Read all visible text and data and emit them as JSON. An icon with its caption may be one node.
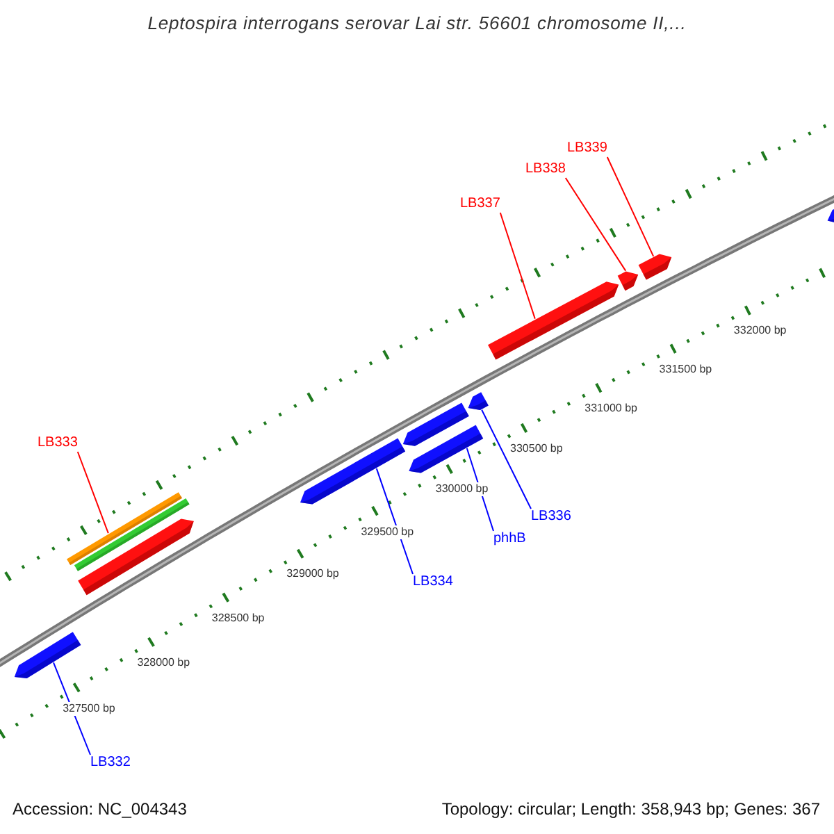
{
  "diagram": {
    "title": "Leptospira interrogans serovar Lai str. 56601 chromosome II,...",
    "nodes": [
      {
        "text": [
          "LB339"
        ]
      },
      {
        "text": [
          "LB338"
        ]
      },
      {
        "text": [
          "LB337"
        ]
      },
      {
        "text": [
          "LB333"
        ]
      },
      {
        "text": [
          "LB336"
        ]
      },
      {
        "text": [
          "phhB"
        ]
      },
      {
        "text": [
          "LB334"
        ]
      },
      {
        "text": [
          "LB332"
        ]
      },
      {
        "text": [],
        "shape": "bar"
      },
      {
        "text": [],
        "shape": "bar"
      },
      {
        "text": [],
        "shape": "bar"
      },
      {
        "text": [],
        "shape": "bar"
      },
      {
        "text": [],
        "shape": "bar"
      },
      {
        "text": [],
        "shape": "bar"
      },
      {
        "text": [],
        "shape": "bar"
      },
      {
        "text": [],
        "shape": "bar"
      },
      {
        "text": [],
        "shape": "bar"
      },
      {
        "text": [],
        "shape": "bar"
      },
      {
        "text": [],
        "shape": "bar"
      },
      {
        "text": [],
        "shape": "bar"
      }
    ],
    "edges": [
      {
        "from": 0,
        "to": 18,
        "arrow": "none",
        "color": "#ff0000"
      },
      {
        "from": 1,
        "to": 17,
        "arrow": "none",
        "color": "#ff0000"
      },
      {
        "from": 2,
        "to": 16,
        "arrow": "none",
        "color": "#ff0000"
      },
      {
        "from": 3,
        "to": 9,
        "arrow": "none",
        "color": "#ff0000"
      },
      {
        "from": 4,
        "to": 15,
        "arrow": "none",
        "color": "#0000ff"
      },
      {
        "from": 5,
        "to": 13,
        "arrow": "none",
        "color": "#0000ff"
      },
      {
        "from": 6,
        "to": 12,
        "arrow": "none",
        "color": "#0000ff"
      },
      {
        "from": 7,
        "to": 8,
        "arrow": "none",
        "color": "#0000ff"
      }
    ],
    "labels": [
      "332000 bp",
      "331500 bp",
      "331000 bp",
      "330500 bp",
      "330000 bp",
      "329500 bp",
      "329000 bp",
      "328500 bp",
      "328000 bp",
      "327500 bp",
      "Accession: NC_004343",
      "Topology: circular; Length: 358,943 bp; Genes: 367"
    ]
  }
}
